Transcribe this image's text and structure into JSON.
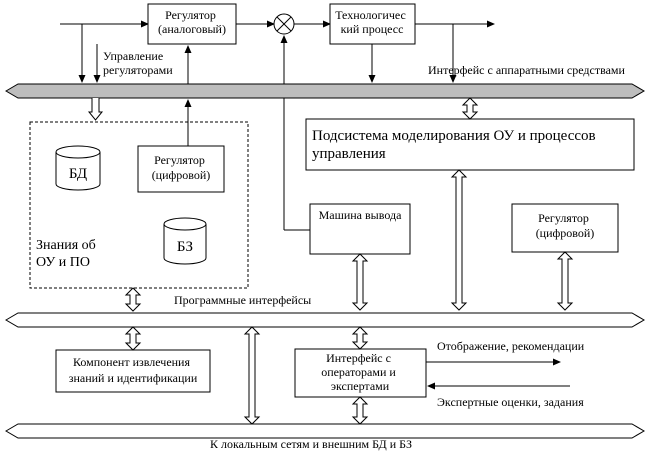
{
  "boxes": {
    "analog_regulator": [
      "Регулятор",
      "(аналоговый)"
    ],
    "tech_process": [
      "Технологичес",
      "кий процесс"
    ],
    "modeling_subsystem": [
      "Подсистема моделирования ОУ и процессов",
      "управления"
    ],
    "digital_regulator_inner": [
      "Регулятор",
      "(цифровой)"
    ],
    "db": "БД",
    "kb": "БЗ",
    "knowledge": [
      "Знания об",
      "ОУ и ПО"
    ],
    "inference_machine": "Машина вывода",
    "digital_regulator_right": [
      "Регулятор",
      "(цифровой)"
    ],
    "knowledge_extraction": [
      "Компонент извлечения",
      "знаний и идентификации"
    ],
    "operator_interface": [
      "Интерфейс с",
      "операторами и",
      "экспертами"
    ]
  },
  "labels": {
    "regulator_control": [
      "Управление",
      "регуляторами"
    ],
    "hardware_interface": "Интерфейс с аппаратными средствами",
    "software_interfaces": "Программные интерфейсы",
    "display_recommendations": "Отображение, рекомендации",
    "expert_assessments": "Экспертные оценки, задания",
    "local_networks": "К локальным сетям и внешним БД и БЗ"
  }
}
